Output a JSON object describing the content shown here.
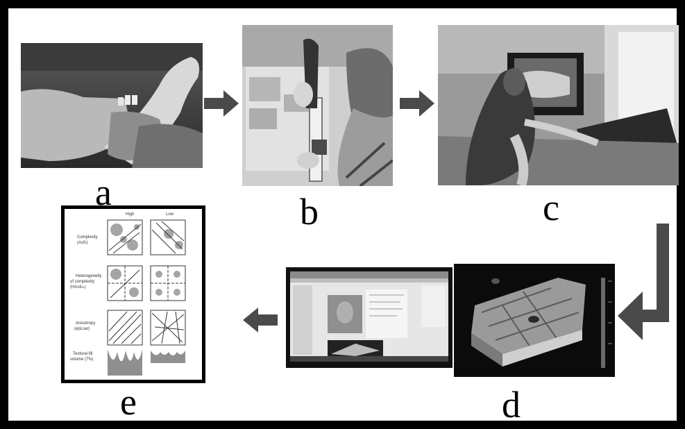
{
  "panels": {
    "a": {
      "label": "a"
    },
    "b": {
      "label": "b"
    },
    "c": {
      "label": "c"
    },
    "d": {
      "label": "d"
    },
    "e": {
      "label": "e",
      "columns": [
        "High",
        "Low"
      ],
      "rows": [
        {
          "line1": "Complexity",
          "line2": "(Asfc)"
        },
        {
          "line1": "Heterogeneity",
          "line2": "of complexity",
          "line3": "(HAsfcₙ)"
        },
        {
          "line1": "Anisotropy",
          "line2": "(epLsar)"
        },
        {
          "line1": "Textural fill",
          "line2": "volume (Tfv)"
        }
      ]
    }
  },
  "colors": {
    "frame": "#000000",
    "arrow": "#4a4a4a",
    "background": "#ffffff"
  },
  "icons": [
    "right-arrow-icon",
    "right-arrow-icon",
    "down-left-bend-arrow-icon",
    "left-arrow-icon"
  ]
}
